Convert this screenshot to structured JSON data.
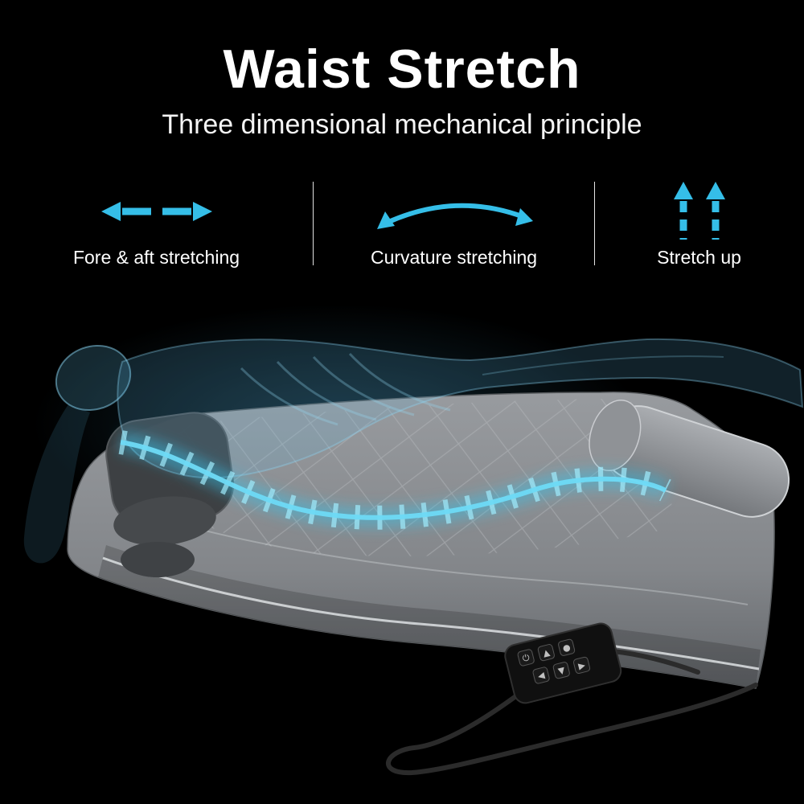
{
  "header": {
    "title": "Waist Stretch",
    "subtitle": "Three dimensional mechanical principle"
  },
  "features": [
    {
      "label": "Fore & aft stretching",
      "icon": "horizontal-double-arrow-icon"
    },
    {
      "label": "Curvature stretching",
      "icon": "curve-arc-arrow-icon"
    },
    {
      "label": "Stretch up",
      "icon": "double-up-arrow-icon"
    }
  ],
  "colors": {
    "accent": "#35bee8",
    "text": "#ffffff",
    "background": "#000000",
    "mat": "#8b8e92",
    "spine_glow": "#4fd2f2"
  },
  "illustration": {
    "name": "translucent-body-on-massage-mat-with-glowing-spine"
  }
}
